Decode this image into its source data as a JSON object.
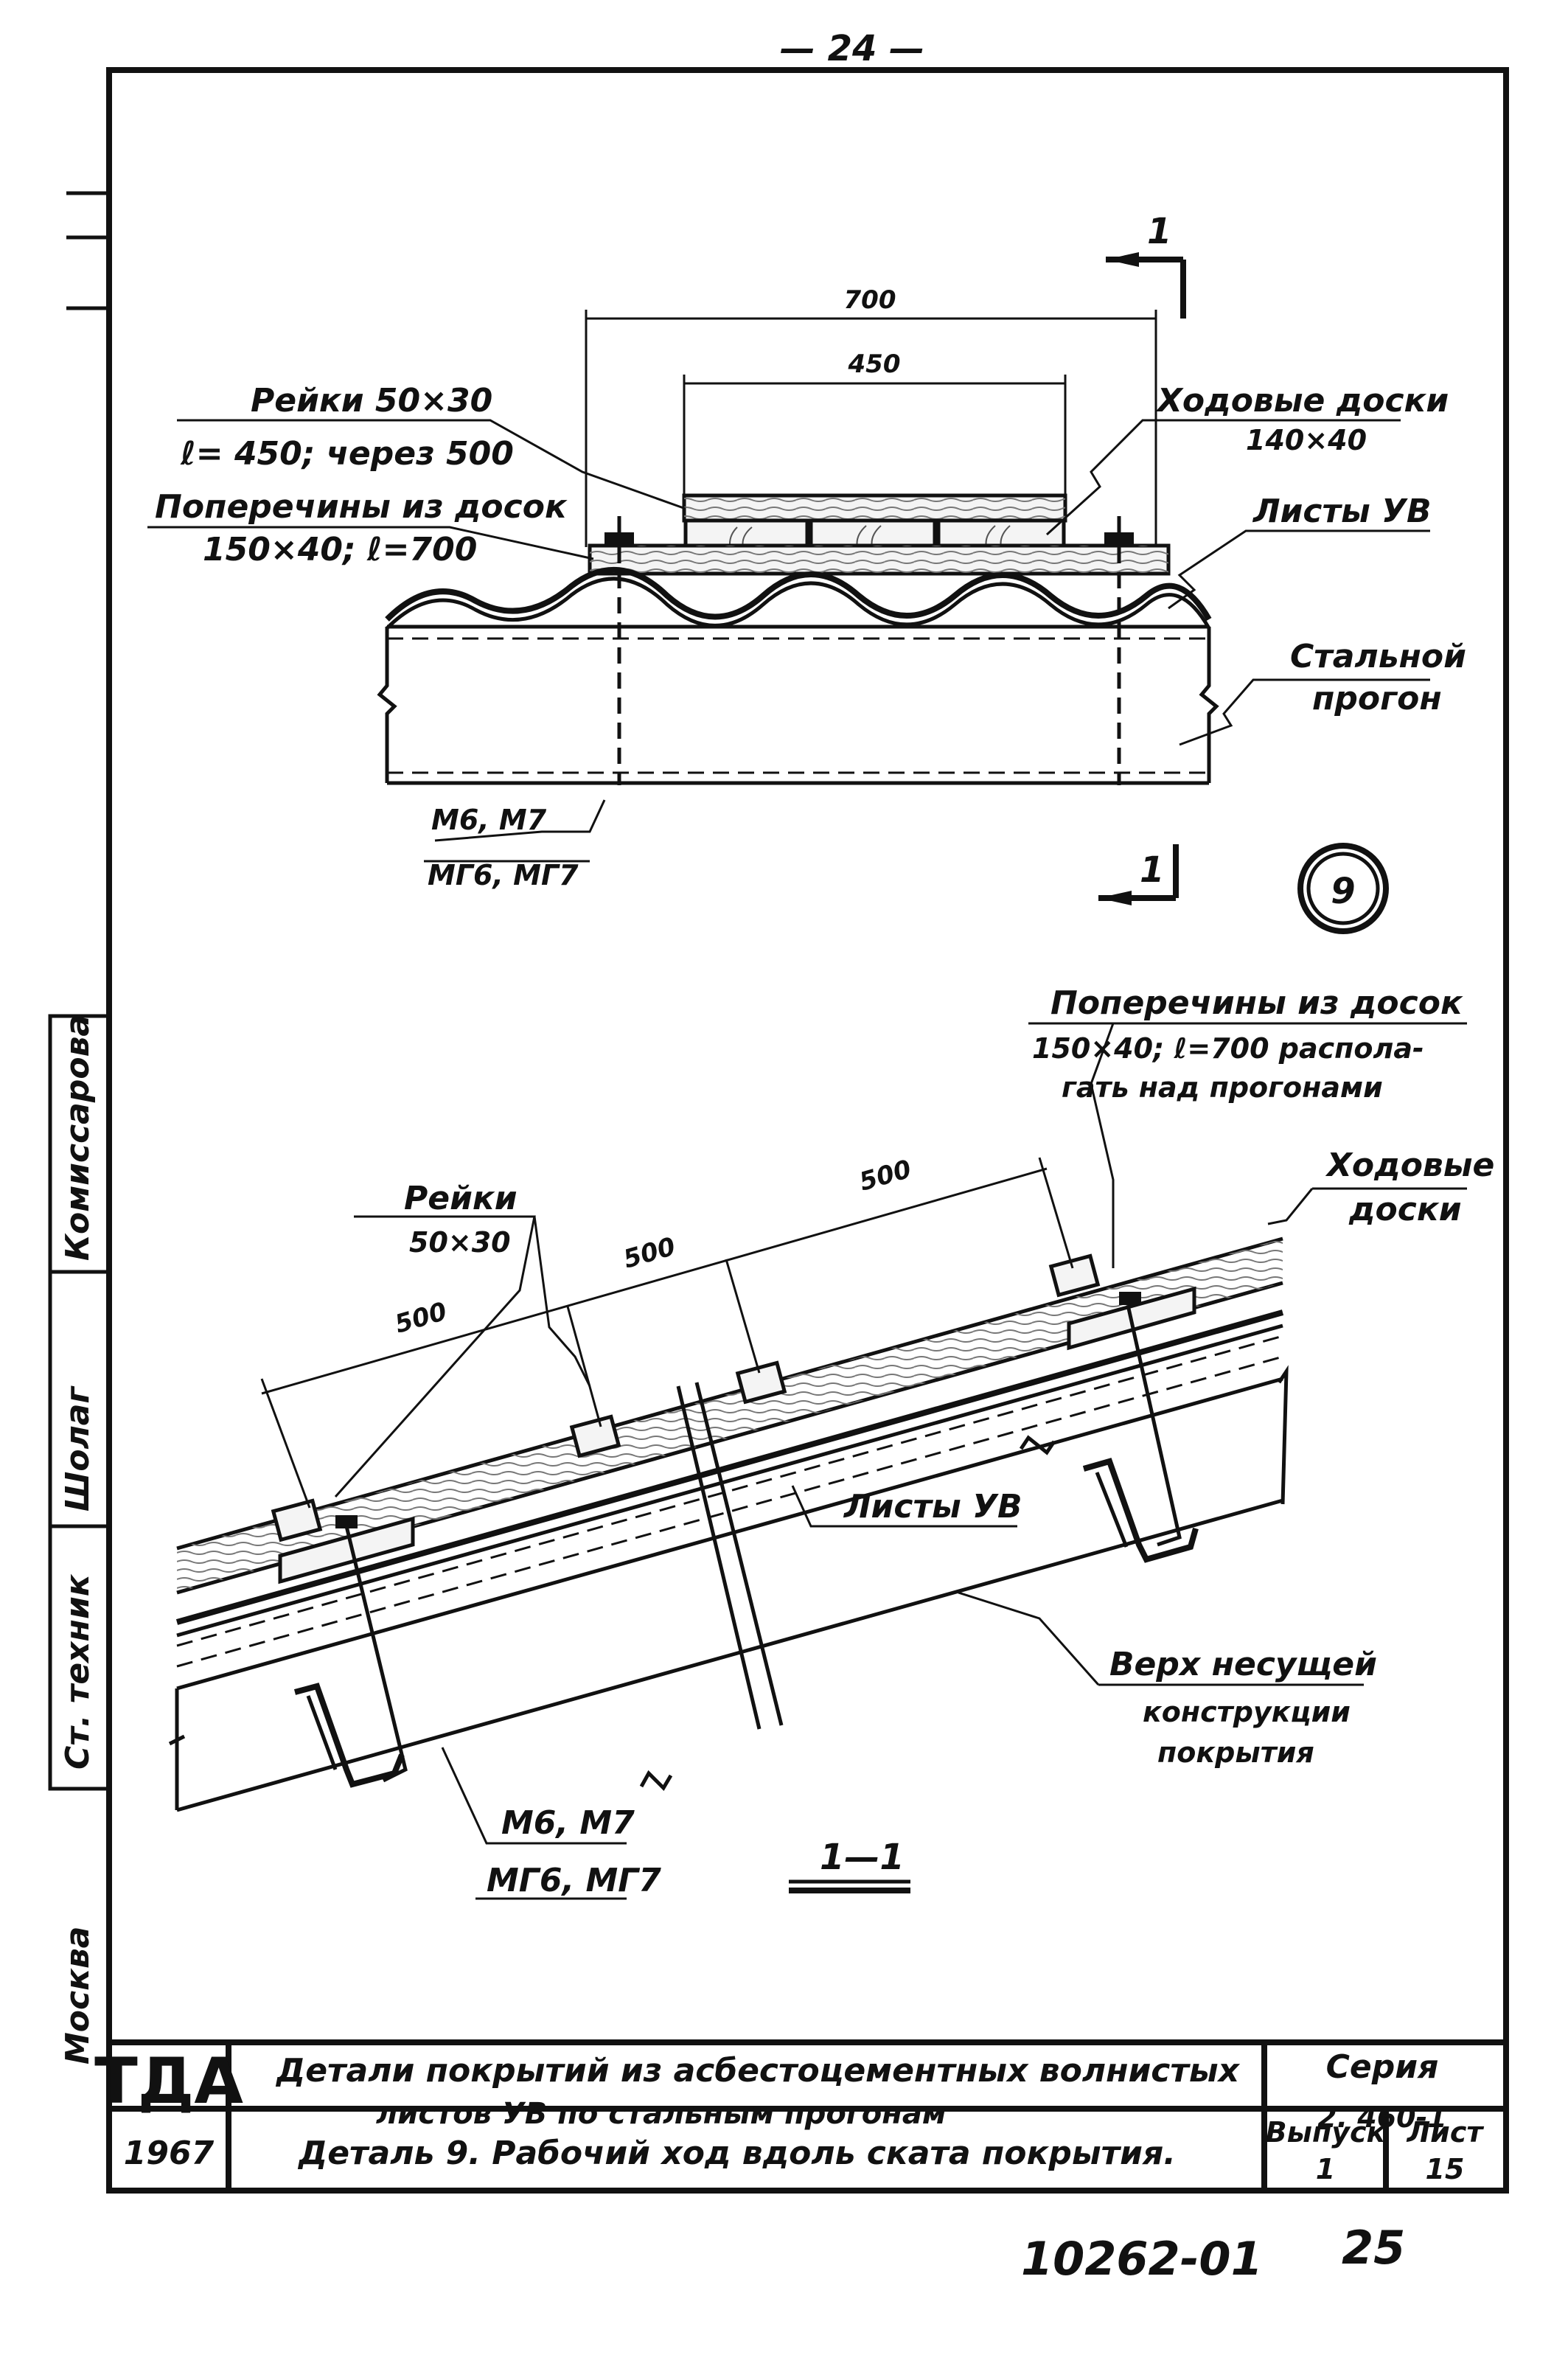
{
  "page_number": "— 24 —",
  "plan_view": {
    "section_mark": "1",
    "dim_total": "700",
    "dim_inner": "450",
    "rails_label": "Рейки 50×30",
    "rails_sub": "ℓ= 450; через 500",
    "crossbars_label": "Поперечины из досок",
    "crossbars_sub": "150×40; ℓ=700",
    "walk_boards_label": "Ходовые доски",
    "walk_boards_sub": "140×40",
    "sheets_label": "Листы УВ",
    "purlin_label": "Стальной",
    "purlin_sub": "прогон",
    "bolts_label": "М6, М7",
    "bolts_sub": "МГ6, МГ7",
    "detail_number": "9"
  },
  "section_view": {
    "crossbars_label": "Поперечины из досок",
    "crossbars_sub1": "150×40; ℓ=700 распола-",
    "crossbars_sub2": "гать над прогонами",
    "walk_boards_label": "Ходовые",
    "walk_boards_sub": "доски",
    "rails_label": "Рейки",
    "rails_sub": "50×30",
    "dim_a": "500",
    "dim_b": "500",
    "dim_c": "500",
    "sheets_label": "Листы УВ",
    "structure_label": "Верх несущей",
    "structure_sub1": "конструкции",
    "structure_sub2": "покрытия",
    "bolts_label": "М6, М7",
    "bolts_sub": "МГ6, МГ7",
    "section_title": "1—1"
  },
  "side_stamp": {
    "city": "Москва",
    "role": "Ст. техник",
    "signature": "Шолаг",
    "name": "Комиссарова"
  },
  "title_block": {
    "org": "ТДА",
    "title_line1": "Детали покрытий из асбестоцементных волнистых",
    "title_line2": "листов УВ по стальным прогонам",
    "year": "1967",
    "detail_title": "Деталь 9. Рабочий ход вдоль ската покрытия.",
    "series_label": "Серия",
    "series_value": "2. 460-1",
    "issue_label": "Выпуск",
    "issue_value": "1",
    "sheet_label": "Лист",
    "sheet_value": "15"
  },
  "footer": {
    "doc_number": "10262-01",
    "page": "25"
  }
}
